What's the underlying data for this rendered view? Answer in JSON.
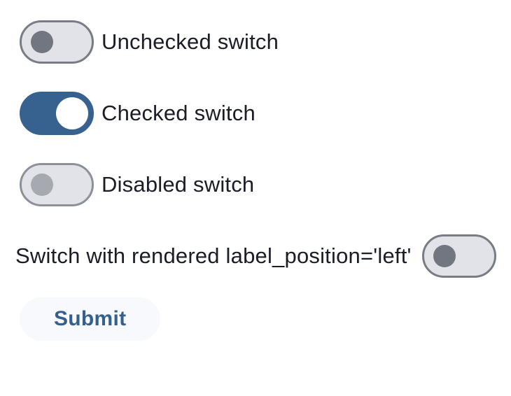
{
  "colors": {
    "page_background": "#ffffff",
    "label_text": "#1a1d26",
    "track_off_background": "#e2e3e8",
    "track_off_border": "#777c85",
    "knob_off": "#717680",
    "track_on_background": "#376290",
    "knob_on": "#ffffff",
    "knob_disabled": "#a6a9b0",
    "track_disabled_border": "#8b9099",
    "submit_background": "#f7f9fc",
    "submit_text": "#35608e"
  },
  "switches": [
    {
      "label": "Unchecked switch",
      "checked": false,
      "disabled": false,
      "label_position": "right"
    },
    {
      "label": "Checked switch",
      "checked": true,
      "disabled": false,
      "label_position": "right"
    },
    {
      "label": "Disabled switch",
      "checked": false,
      "disabled": true,
      "label_position": "right"
    },
    {
      "label": "Switch with rendered label_position='left'",
      "checked": false,
      "disabled": false,
      "label_position": "left"
    }
  ],
  "submit_button": {
    "label": "Submit"
  }
}
